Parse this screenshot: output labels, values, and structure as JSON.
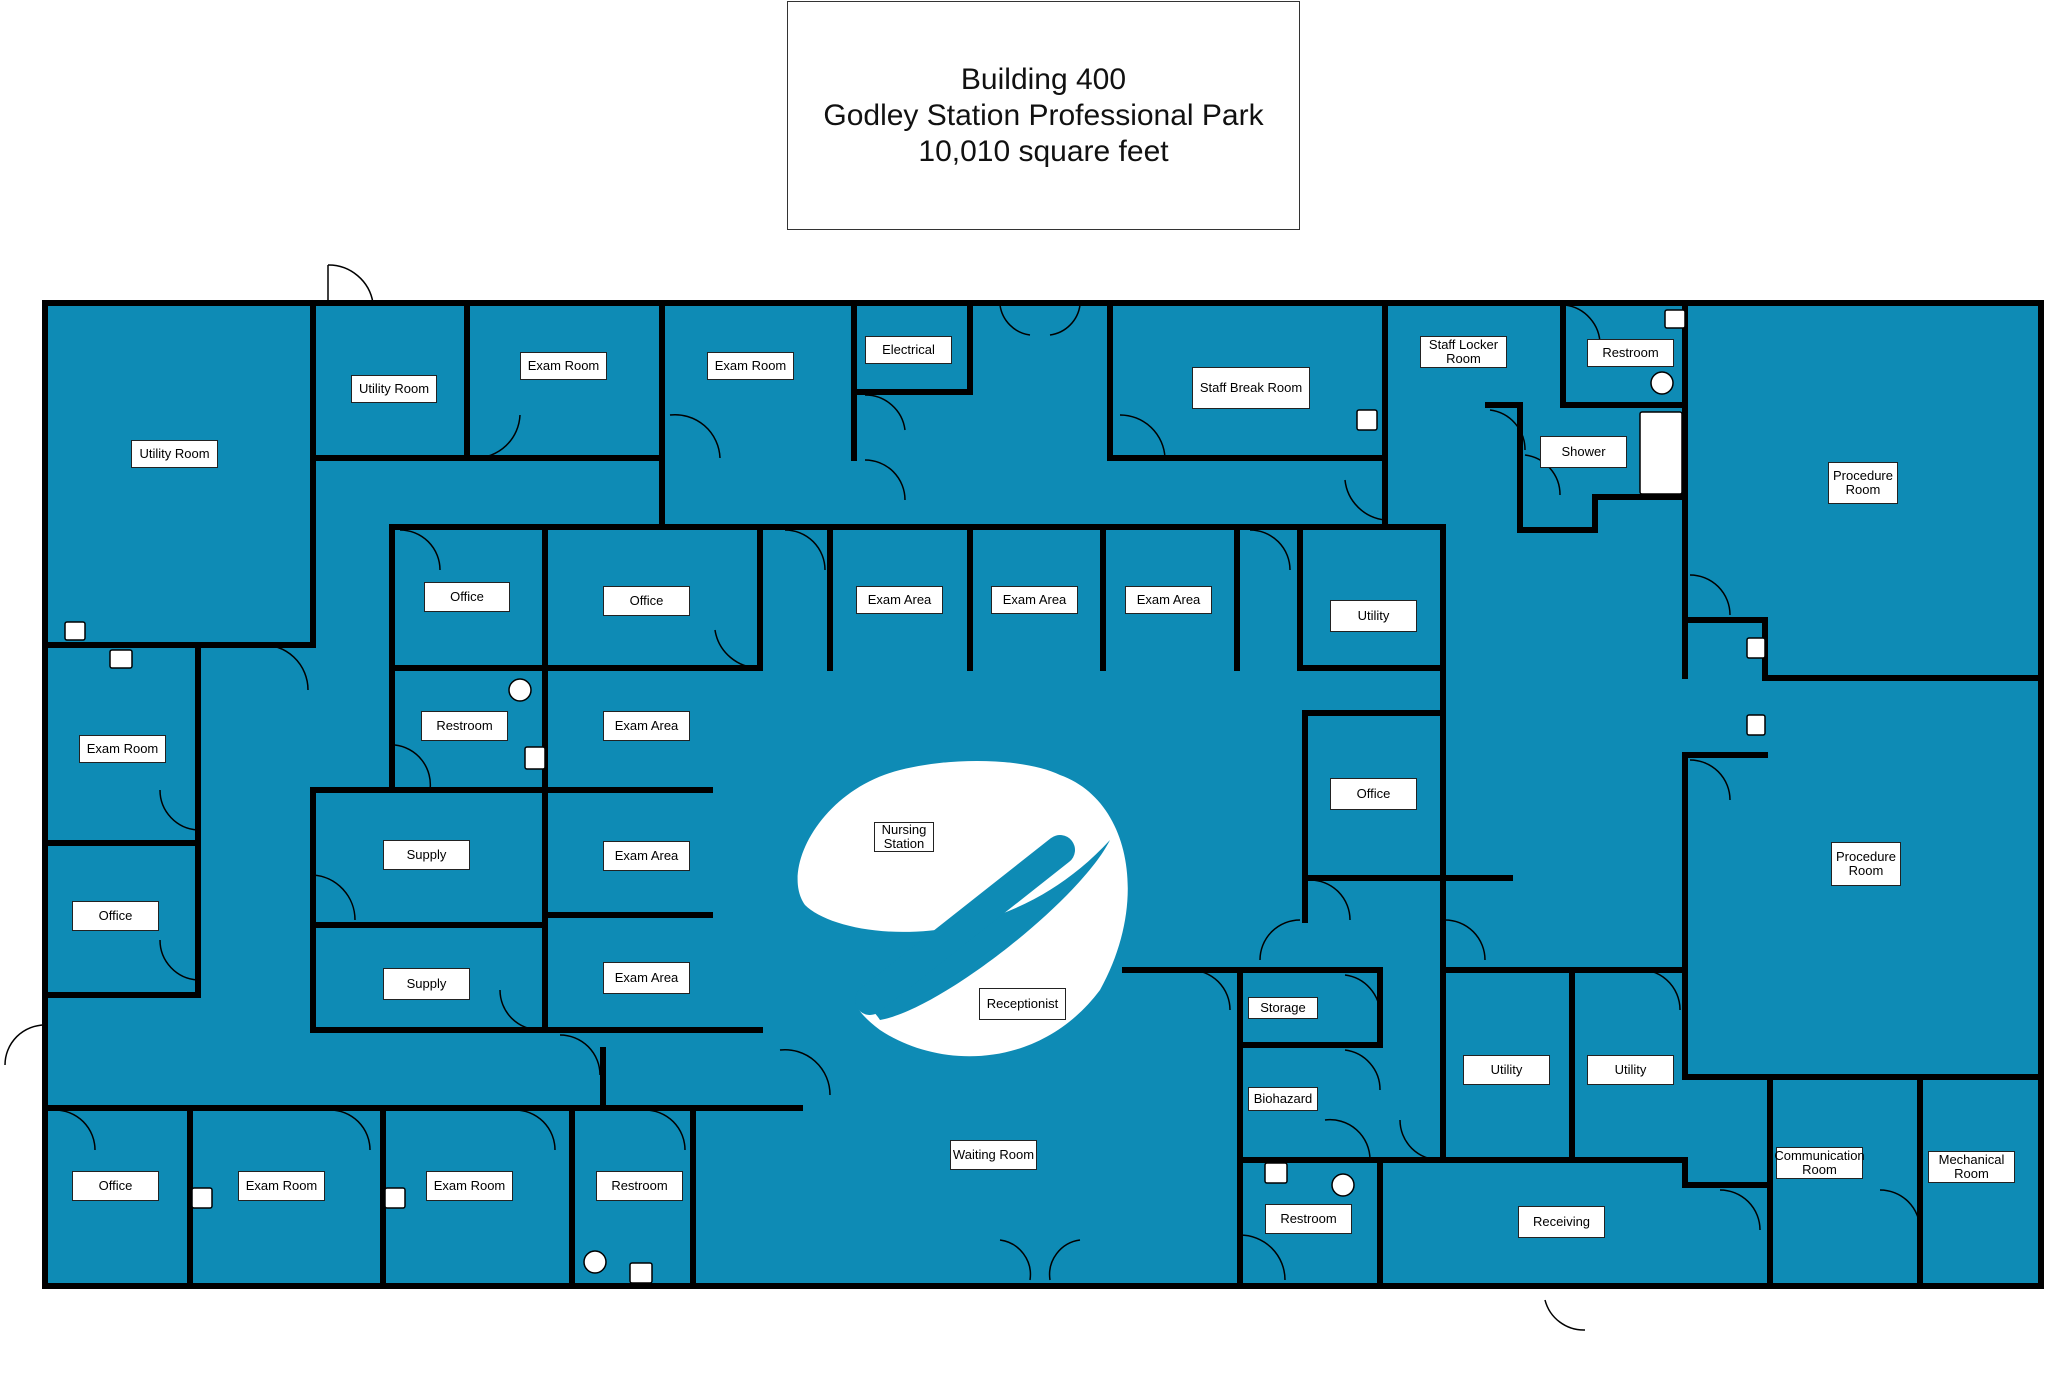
{
  "title": {
    "line1": "Building 400",
    "line2": "Godley Station Professional Park",
    "line3": "10,010 square feet"
  },
  "colors": {
    "room_fill": "#0e8bb5",
    "wall": "#000000",
    "fixture": "#ffffff"
  },
  "rooms": {
    "utility_room_1": "Utility Room",
    "utility_room_2": "Utility Room",
    "exam_room_top_1": "Exam Room",
    "exam_room_top_2": "Exam Room",
    "electrical": "Electrical",
    "staff_break_room": "Staff Break Room",
    "staff_locker_room": "Staff Locker\nRoom",
    "restroom_top": "Restroom",
    "shower": "Shower",
    "procedure_room_1": "Procedure\nRoom",
    "office_1": "Office",
    "office_2": "Office",
    "exam_area_1": "Exam Area",
    "exam_area_2": "Exam Area",
    "exam_area_3": "Exam Area",
    "utility_1": "Utility",
    "exam_room_left": "Exam Room",
    "restroom_mid": "Restroom",
    "exam_area_4": "Exam Area",
    "office_3": "Office",
    "supply_1": "Supply",
    "exam_area_5": "Exam Area",
    "nursing_station": "Nursing\nStation",
    "procedure_room_2": "Procedure\nRoom",
    "office_left": "Office",
    "supply_2": "Supply",
    "exam_area_6": "Exam Area",
    "receptionist": "Receptionist",
    "storage": "Storage",
    "biohazard": "Biohazard",
    "utility_2": "Utility",
    "utility_3": "Utility",
    "office_bottom": "Office",
    "exam_room_bottom_1": "Exam Room",
    "exam_room_bottom_2": "Exam Room",
    "restroom_bottom": "Restroom",
    "waiting_room": "Waiting Room",
    "restroom_bottom_2": "Restroom",
    "receiving": "Receiving",
    "communication_room": "Communication\nRoom",
    "mechanical_room": "Mechanical\nRoom"
  }
}
